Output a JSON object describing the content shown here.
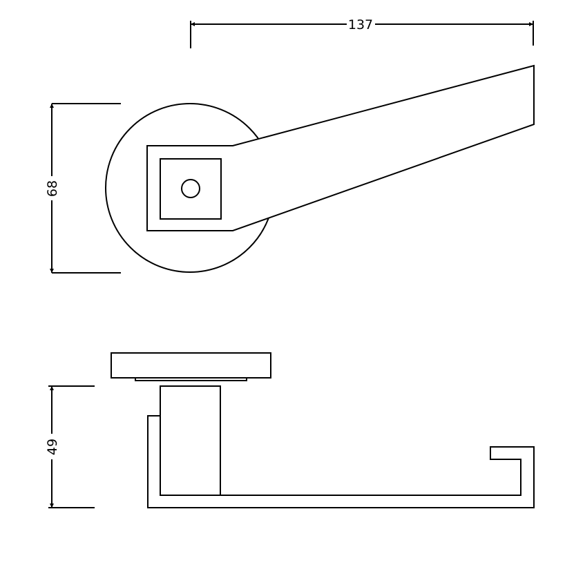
{
  "dimensions": {
    "length": "137",
    "rose_diameter": "68",
    "projection": "49"
  },
  "colors": {
    "line": "#000000",
    "background": "#ffffff"
  }
}
